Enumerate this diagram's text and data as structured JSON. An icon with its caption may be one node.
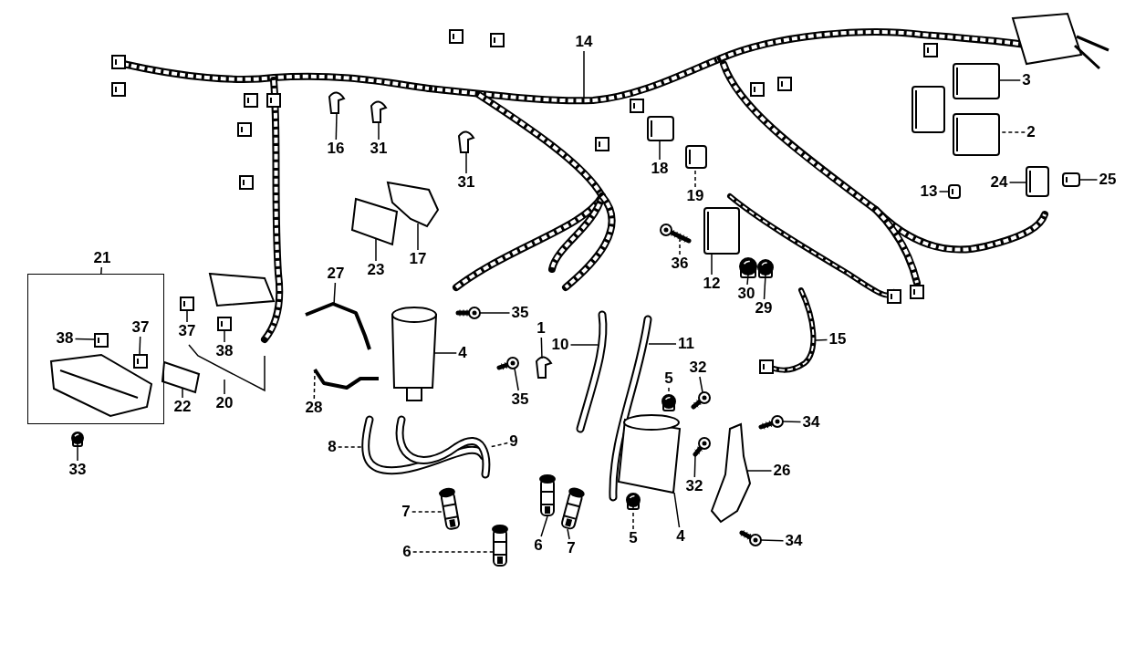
{
  "diagram": {
    "nodes": [
      {
        "text": [
          "14"
        ]
      },
      {
        "text": [
          "3"
        ]
      },
      {
        "text": [
          "2"
        ]
      },
      {
        "text": [
          "16"
        ]
      },
      {
        "text": [
          "31"
        ]
      },
      {
        "text": [
          "31"
        ]
      },
      {
        "text": [
          "18"
        ]
      },
      {
        "text": [
          "19"
        ]
      },
      {
        "text": [
          "13"
        ]
      },
      {
        "text": [
          "24"
        ]
      },
      {
        "text": [
          "25"
        ]
      },
      {
        "text": [
          "21"
        ]
      },
      {
        "text": [],
        "shape": "box"
      },
      {
        "text": [
          "38"
        ],
        "in": 12
      },
      {
        "text": [
          "37"
        ],
        "in": 12
      },
      {
        "text": [
          "36"
        ]
      },
      {
        "text": [
          "12"
        ]
      },
      {
        "text": [
          "30"
        ]
      },
      {
        "text": [
          "29"
        ]
      },
      {
        "text": [
          "27"
        ]
      },
      {
        "text": [
          "23"
        ]
      },
      {
        "text": [
          "17"
        ]
      },
      {
        "text": [
          "37"
        ]
      },
      {
        "text": [
          "38"
        ]
      },
      {
        "text": [
          "35"
        ]
      },
      {
        "text": [
          "1"
        ]
      },
      {
        "text": [
          "10"
        ]
      },
      {
        "text": [
          "11"
        ]
      },
      {
        "text": [
          "15"
        ]
      },
      {
        "text": [
          "22"
        ]
      },
      {
        "text": [
          "20"
        ]
      },
      {
        "text": [
          "4"
        ]
      },
      {
        "text": [
          "5"
        ]
      },
      {
        "text": [
          "32"
        ]
      },
      {
        "text": [
          "35"
        ]
      },
      {
        "text": [
          "34"
        ]
      },
      {
        "text": [
          "8"
        ]
      },
      {
        "text": [
          "9"
        ]
      },
      {
        "text": [
          "26"
        ]
      },
      {
        "text": [
          "28"
        ]
      },
      {
        "text": [
          "32"
        ]
      },
      {
        "text": [
          "7"
        ]
      },
      {
        "text": [
          "6"
        ]
      },
      {
        "text": [
          "6"
        ]
      },
      {
        "text": [
          "7"
        ]
      },
      {
        "text": [
          "5"
        ]
      },
      {
        "text": [
          "4"
        ]
      },
      {
        "text": [
          "34"
        ]
      },
      {
        "text": [
          "33"
        ]
      },
      {
        "text": [],
        "shape": "picture"
      },
      {
        "text": [],
        "shape": "picture"
      },
      {
        "text": [],
        "shape": "picture"
      },
      {
        "text": [],
        "shape": "picture"
      },
      {
        "text": [],
        "shape": "picture"
      },
      {
        "text": [],
        "shape": "picture"
      },
      {
        "text": [],
        "shape": "picture"
      },
      {
        "text": [],
        "shape": "picture"
      },
      {
        "text": [],
        "shape": "picture"
      },
      {
        "text": [],
        "shape": "picture"
      },
      {
        "text": [],
        "shape": "picture"
      },
      {
        "text": [],
        "shape": "picture",
        "in": 12
      },
      {
        "text": [],
        "shape": "picture",
        "in": 12
      },
      {
        "text": [],
        "shape": "picture"
      },
      {
        "text": [],
        "shape": "picture"
      },
      {
        "text": [],
        "shape": "picture"
      },
      {
        "text": [],
        "shape": "picture"
      },
      {
        "text": [],
        "shape": "picture"
      },
      {
        "text": [],
        "shape": "picture"
      },
      {
        "text": [],
        "shape": "picture"
      },
      {
        "text": [],
        "shape": "picture"
      },
      {
        "text": [],
        "shape": "picture"
      },
      {
        "text": [],
        "shape": "picture"
      },
      {
        "text": [],
        "shape": "picture"
      },
      {
        "text": [],
        "shape": "picture"
      },
      {
        "text": [],
        "shape": "picture"
      },
      {
        "text": [],
        "shape": "picture"
      },
      {
        "text": [],
        "shape": "picture"
      },
      {
        "text": [],
        "shape": "picture"
      },
      {
        "text": [],
        "shape": "picture"
      },
      {
        "text": [],
        "shape": "picture"
      },
      {
        "text": [],
        "shape": "picture"
      },
      {
        "text": [],
        "shape": "picture"
      },
      {
        "text": [],
        "shape": "picture"
      },
      {
        "text": [],
        "shape": "picture"
      },
      {
        "text": [],
        "shape": "picture"
      },
      {
        "text": [],
        "shape": "picture"
      },
      {
        "text": [],
        "shape": "picture"
      },
      {
        "text": [],
        "shape": "picture"
      },
      {
        "text": [],
        "shape": "picture"
      },
      {
        "text": [],
        "shape": "picture"
      },
      {
        "text": [],
        "shape": "picture"
      },
      {
        "text": [],
        "shape": "picture"
      },
      {
        "text": [],
        "shape": "picture"
      },
      {
        "text": [],
        "shape": "picture"
      },
      {
        "text": [],
        "shape": "picture"
      }
    ],
    "edges": [
      {
        "from": 0,
        "to": 49,
        "arrow": "none"
      },
      {
        "from": 1,
        "to": 50,
        "arrow": "none"
      },
      {
        "from": 2,
        "to": 51,
        "arrow": "none",
        "style": "dashed"
      },
      {
        "from": 3,
        "to": 52,
        "arrow": "none"
      },
      {
        "from": 4,
        "to": 53,
        "arrow": "none"
      },
      {
        "from": 5,
        "to": 54,
        "arrow": "none"
      },
      {
        "from": 6,
        "to": 55,
        "arrow": "none"
      },
      {
        "from": 7,
        "to": 56,
        "arrow": "none",
        "style": "dashed"
      },
      {
        "from": 8,
        "to": 57,
        "arrow": "none"
      },
      {
        "from": 9,
        "to": 58,
        "arrow": "none"
      },
      {
        "from": 10,
        "to": 59,
        "arrow": "none"
      },
      {
        "from": 11,
        "to": 12,
        "arrow": "none"
      },
      {
        "from": 13,
        "to": 60,
        "arrow": "none"
      },
      {
        "from": 14,
        "to": 61,
        "arrow": "none"
      },
      {
        "from": 15,
        "to": 62,
        "arrow": "none",
        "style": "dashed"
      },
      {
        "from": 16,
        "to": 63,
        "arrow": "none"
      },
      {
        "from": 17,
        "to": 64,
        "arrow": "none"
      },
      {
        "from": 18,
        "to": 65,
        "arrow": "none"
      },
      {
        "from": 19,
        "to": 66,
        "arrow": "none"
      },
      {
        "from": 20,
        "to": 67,
        "arrow": "none"
      },
      {
        "from": 21,
        "to": 68,
        "arrow": "none"
      },
      {
        "from": 22,
        "to": 69,
        "arrow": "none"
      },
      {
        "from": 23,
        "to": 70,
        "arrow": "none"
      },
      {
        "from": 24,
        "to": 71,
        "arrow": "none"
      },
      {
        "from": 25,
        "to": 72,
        "arrow": "none"
      },
      {
        "from": 26,
        "to": 73,
        "arrow": "none"
      },
      {
        "from": 27,
        "to": 74,
        "arrow": "none"
      },
      {
        "from": 28,
        "to": 75,
        "arrow": "none"
      },
      {
        "from": 29,
        "to": 76,
        "arrow": "none"
      },
      {
        "from": 30,
        "to": null,
        "arrow": "none"
      },
      {
        "from": 31,
        "to": 77,
        "arrow": "none"
      },
      {
        "from": 32,
        "to": 78,
        "arrow": "none",
        "style": "dashed"
      },
      {
        "from": 33,
        "to": 79,
        "arrow": "none"
      },
      {
        "from": 34,
        "to": 80,
        "arrow": "none"
      },
      {
        "from": 35,
        "to": 81,
        "arrow": "none"
      },
      {
        "from": 36,
        "to": 82,
        "arrow": "none",
        "style": "dashed"
      },
      {
        "from": 37,
        "to": 83,
        "arrow": "none",
        "style": "dashed"
      },
      {
        "from": 38,
        "to": 84,
        "arrow": "none"
      },
      {
        "from": 39,
        "to": 85,
        "arrow": "none",
        "style": "dashed"
      },
      {
        "from": 40,
        "to": 86,
        "arrow": "none"
      },
      {
        "from": 41,
        "to": 87,
        "arrow": "none",
        "style": "dashed"
      },
      {
        "from": 42,
        "to": 88,
        "arrow": "none",
        "style": "dashed"
      },
      {
        "from": 43,
        "to": 89,
        "arrow": "none"
      },
      {
        "from": 44,
        "to": 90,
        "arrow": "none"
      },
      {
        "from": 45,
        "to": 91,
        "arrow": "none",
        "style": "dashed"
      },
      {
        "from": 46,
        "to": 92,
        "arrow": "none"
      },
      {
        "from": 47,
        "to": 93,
        "arrow": "none"
      },
      {
        "from": 48,
        "to": 94,
        "arrow": "none"
      }
    ]
  }
}
